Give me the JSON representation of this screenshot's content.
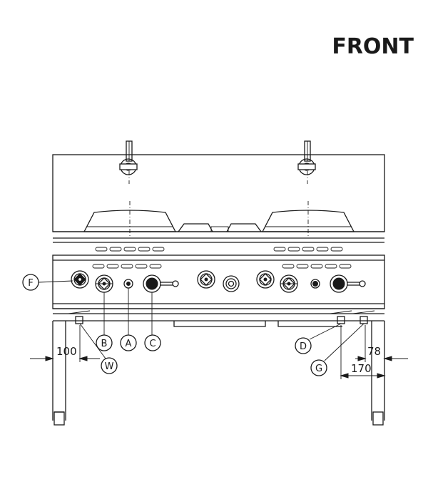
{
  "title": "FRONT",
  "callouts": {
    "F": "F",
    "B": "B",
    "A": "A",
    "C": "C",
    "W": "W",
    "D": "D",
    "G": "G"
  },
  "dimensions": {
    "left_leg_offset": "100",
    "right_leg_offset": "78",
    "right_connection_span": "170"
  },
  "colors": {
    "line": "#1a1a1a",
    "background": "#ffffff"
  }
}
